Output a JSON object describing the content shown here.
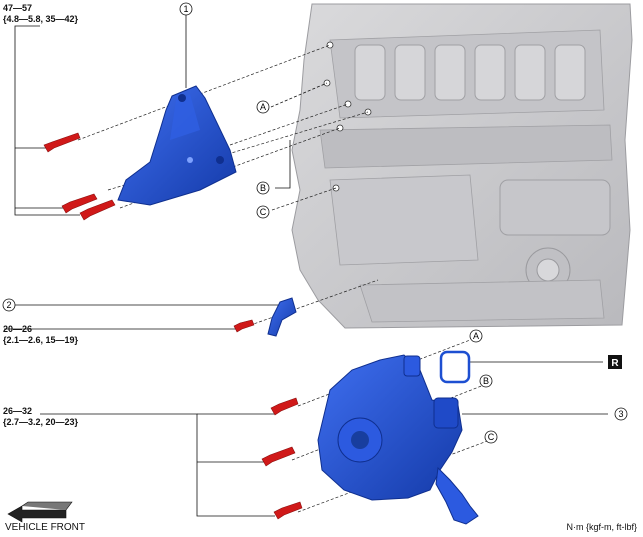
{
  "callouts": {
    "c1": "1",
    "c2": "2",
    "c3": "3"
  },
  "refs": {
    "a": "A",
    "b": "B",
    "c": "C"
  },
  "replace_mark": "R",
  "torque": {
    "t1_main": "47—57",
    "t1_alt": "{4.8—5.8, 35—42}",
    "t2_main": "20—26",
    "t2_alt": "{2.1—2.6, 15—19}",
    "t3_main": "26—32",
    "t3_alt": "{2.7—3.2, 20—23}"
  },
  "vehicle_front": "VEHICLE FRONT",
  "units": "N·m {kgf-m, ft-lbf}",
  "colors": {
    "part": "#1d4fd1",
    "part_dark": "#0f2f8f",
    "bolt": "#d01919",
    "engine": "#cfcfd1",
    "engine_dark": "#a9a9ad"
  }
}
